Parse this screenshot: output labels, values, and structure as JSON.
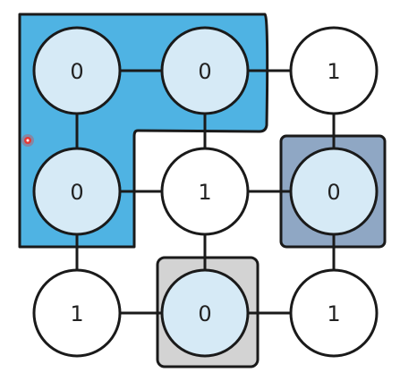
{
  "grid": {
    "rows": 3,
    "cols": 3,
    "values": [
      [
        "0",
        "0",
        "1"
      ],
      [
        "0",
        "1",
        "0"
      ],
      [
        "1",
        "0",
        "1"
      ]
    ]
  },
  "regions": [
    {
      "name": "region-blue-large",
      "color": "#4fb3e3",
      "cells": [
        [
          0,
          0
        ],
        [
          0,
          1
        ],
        [
          1,
          0
        ]
      ]
    },
    {
      "name": "region-slate",
      "color": "#8fa7c4",
      "cells": [
        [
          1,
          2
        ]
      ]
    },
    {
      "name": "region-gray",
      "color": "#d3d3d3",
      "cells": [
        [
          2,
          1
        ]
      ]
    }
  ],
  "colors": {
    "zero_fill": "#d6eaf6",
    "one_fill": "#ffffff",
    "stroke": "#1a1a1a",
    "cursor_dot": "#e53935"
  },
  "cursor_icon": "red-dot-cursor"
}
